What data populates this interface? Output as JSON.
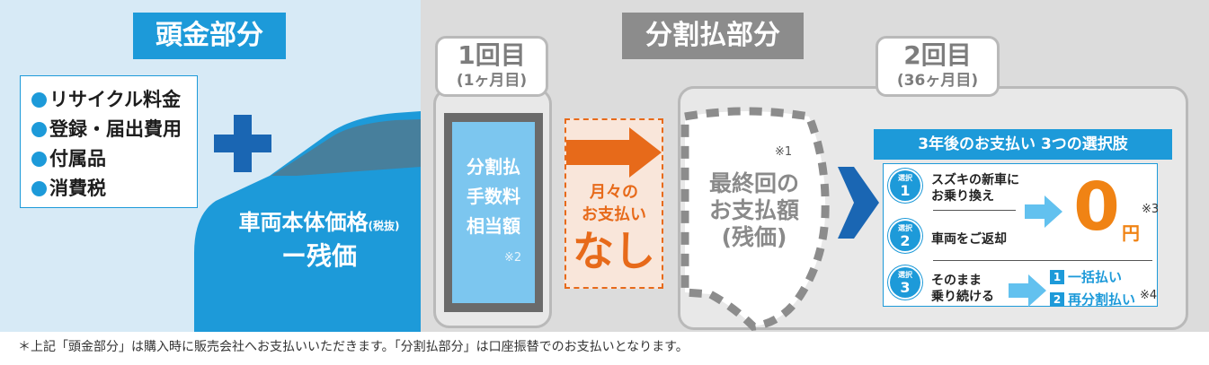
{
  "down_payment": {
    "title": "頭金部分",
    "items": [
      "リサイクル料金",
      "登録・届出費用",
      "付属品",
      "消費税"
    ],
    "car_label_line1": "車両本体価格",
    "car_label_tax": "(税抜)",
    "car_label_line2": "ー残価"
  },
  "installment": {
    "title": "分割払部分",
    "first": {
      "title": "1回目",
      "subtitle": "(1ヶ月目)",
      "fee_lines": [
        "分割払",
        "手数料",
        "相当額"
      ],
      "fee_note": "※2",
      "monthly_lines": [
        "月々の",
        "お支払い"
      ],
      "monthly_none": "なし"
    },
    "second": {
      "title": "2回目",
      "subtitle": "(36ヶ月目)",
      "final_note": "※1",
      "final_lines": [
        "最終回の",
        "お支払額",
        "(残価)"
      ],
      "choices_header": "3年後のお支払い 3つの選択肢",
      "choice_badge": "選択",
      "choices": [
        {
          "num": "1",
          "lines": [
            "スズキの新車に",
            "お乗り換え"
          ]
        },
        {
          "num": "2",
          "lines": [
            "車両をご返却"
          ]
        },
        {
          "num": "3",
          "lines": [
            "そのまま",
            "乗り続ける"
          ]
        }
      ],
      "zero_value": "0",
      "zero_unit": "円",
      "zero_note": "※3",
      "options": [
        {
          "num": "1",
          "label": "一括払い"
        },
        {
          "num": "2",
          "label": "再分割払い"
        }
      ],
      "options_note": "※4"
    }
  },
  "footnote": "＊上記「頭金部分」は購入時に販売会社へお支払いいただきます。「分割払部分」は口座振替でのお支払いとなります。",
  "colors": {
    "blue": "#1d9ad9",
    "dark_blue": "#1a66b3",
    "orange": "#f08314",
    "gray": "#8c8c8c"
  }
}
